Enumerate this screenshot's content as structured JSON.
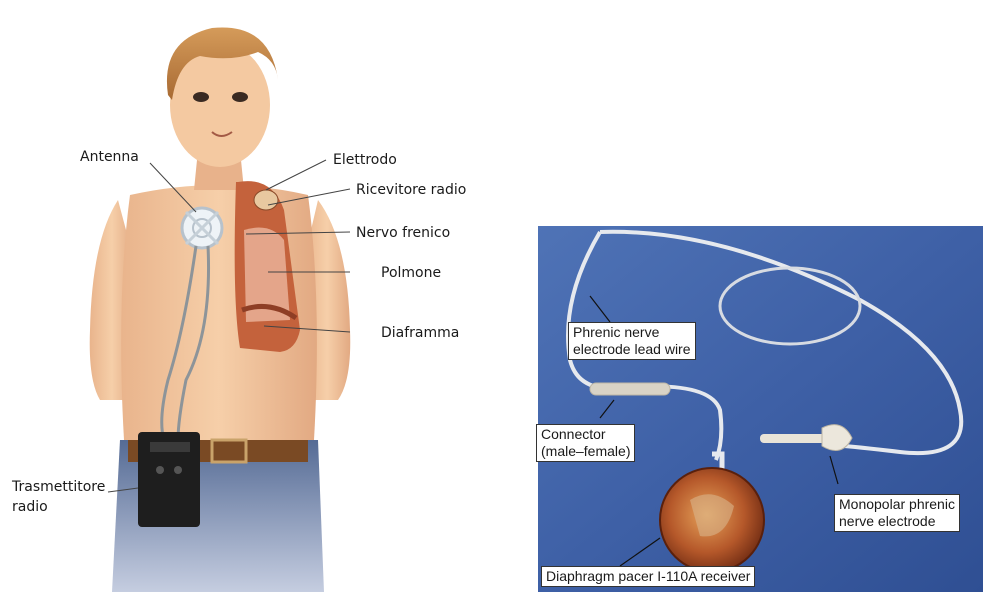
{
  "left_figure": {
    "labels": {
      "antenna": "Antenna",
      "electrode": "Elettrodo",
      "radio_receiver": "Ricevitore radio",
      "phrenic_nerve": "Nervo frenico",
      "lung": "Polmone",
      "diaphragm": "Diaframma",
      "radio_transmitter_line1": "Trasmettitore",
      "radio_transmitter_line2": "radio"
    }
  },
  "right_figure": {
    "labels": {
      "lead_wire_line1": "Phrenic nerve",
      "lead_wire_line2": "electrode lead wire",
      "connector_line1": "Connector",
      "connector_line2": "(male–female)",
      "monopolar_line1": "Monopolar phrenic",
      "monopolar_line2": "nerve electrode",
      "receiver": "Diaphragm pacer I-110A receiver"
    }
  }
}
